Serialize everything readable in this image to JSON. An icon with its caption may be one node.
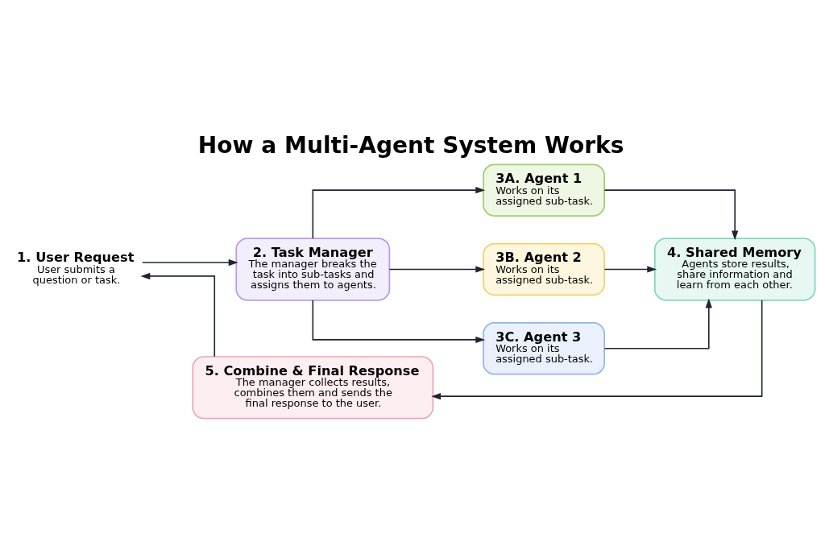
{
  "diagram": {
    "title": "How a Multi-Agent System Works",
    "nodes": [
      {
        "text": [
          "1. User Request",
          "User submits a question or task."
        ]
      },
      {
        "text": [
          "2. Task Manager",
          "The manager breaks the task into sub-tasks and assigns them to agents."
        ]
      },
      {
        "text": [
          "3A. Agent 1",
          "Works on its assigned sub-task."
        ]
      },
      {
        "text": [
          "3B. Agent 2",
          "Works on its assigned sub-task."
        ]
      },
      {
        "text": [
          "3C. Agent 3",
          "Works on its assigned sub-task."
        ]
      },
      {
        "text": [
          "4. Shared Memory",
          "Agents store results, share information and learn from each other."
        ]
      },
      {
        "text": [
          "5. Combine & Final Response",
          "The manager collects results, combines them and sends the final response to the user."
        ]
      }
    ],
    "edges": [
      {
        "from": 0,
        "to": 1,
        "arrow": "to"
      },
      {
        "from": 1,
        "to": 2,
        "arrow": "to"
      },
      {
        "from": 1,
        "to": 3,
        "arrow": "to"
      },
      {
        "from": 1,
        "to": 4,
        "arrow": "to"
      },
      {
        "from": 2,
        "to": 5,
        "arrow": "to"
      },
      {
        "from": 3,
        "to": 5,
        "arrow": "to"
      },
      {
        "from": 4,
        "to": 5,
        "arrow": "to"
      },
      {
        "from": 5,
        "to": 6,
        "arrow": "to"
      },
      {
        "from": 6,
        "to": 0,
        "arrow": "to"
      }
    ]
  }
}
